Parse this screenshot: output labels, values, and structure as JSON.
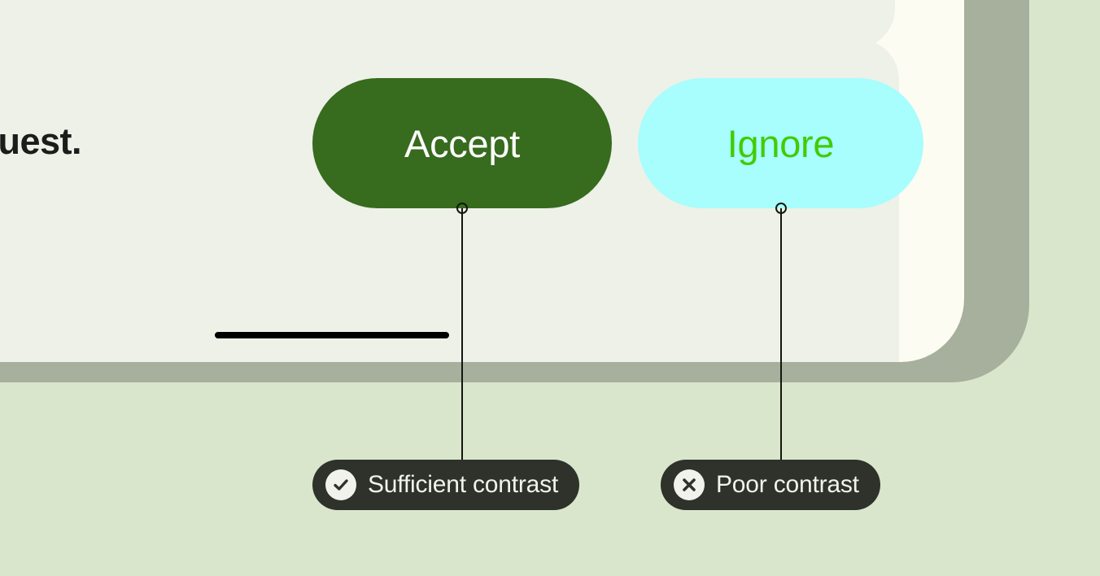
{
  "page": {
    "background_color": "#DAE6CC"
  },
  "device": {
    "bezel_color": "#A6B09C",
    "screen_color": "#FCFCF2"
  },
  "screen": {
    "card_color": "#EDF1E8",
    "message_text": "a request.",
    "home_indicator": "home-indicator"
  },
  "buttons": [
    {
      "name": "accept",
      "label": "Accept",
      "background_color": "#376B1E",
      "text_color": "#FFFFFF"
    },
    {
      "name": "ignore",
      "label": "Ignore",
      "background_color": "#A8FDFD",
      "text_color": "#41CC05"
    }
  ],
  "annotations": [
    {
      "label": "Sufficient contrast",
      "icon": "check-circle-icon",
      "background_color": "#2E322B",
      "text_color": "#F2F2EC",
      "target": "accept"
    },
    {
      "label": "Poor contrast",
      "icon": "x-circle-icon",
      "background_color": "#2E322B",
      "text_color": "#F2F2EC",
      "target": "ignore"
    }
  ]
}
